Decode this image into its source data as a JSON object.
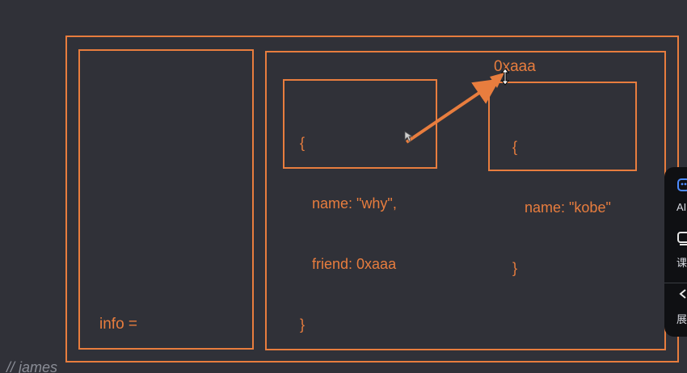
{
  "diagram": {
    "stack_label": "info =",
    "heap_address_label": "0xaaa",
    "object_why": {
      "lines": [
        "{",
        "   name: \"why\",",
        "   friend: 0xaaa",
        "}"
      ]
    },
    "object_kobe": {
      "lines": [
        "{",
        "   name: \"kobe\"",
        "}"
      ]
    },
    "accent_color": "#e87d3e",
    "background_color": "#303138"
  },
  "editor": {
    "comment_text": "// james"
  },
  "side_toolbar": {
    "items": [
      {
        "label": "AI",
        "icon": "ai-chat-icon"
      },
      {
        "label": "课",
        "icon": "course-icon"
      },
      {
        "label": "展",
        "icon": "expand-icon"
      }
    ]
  }
}
